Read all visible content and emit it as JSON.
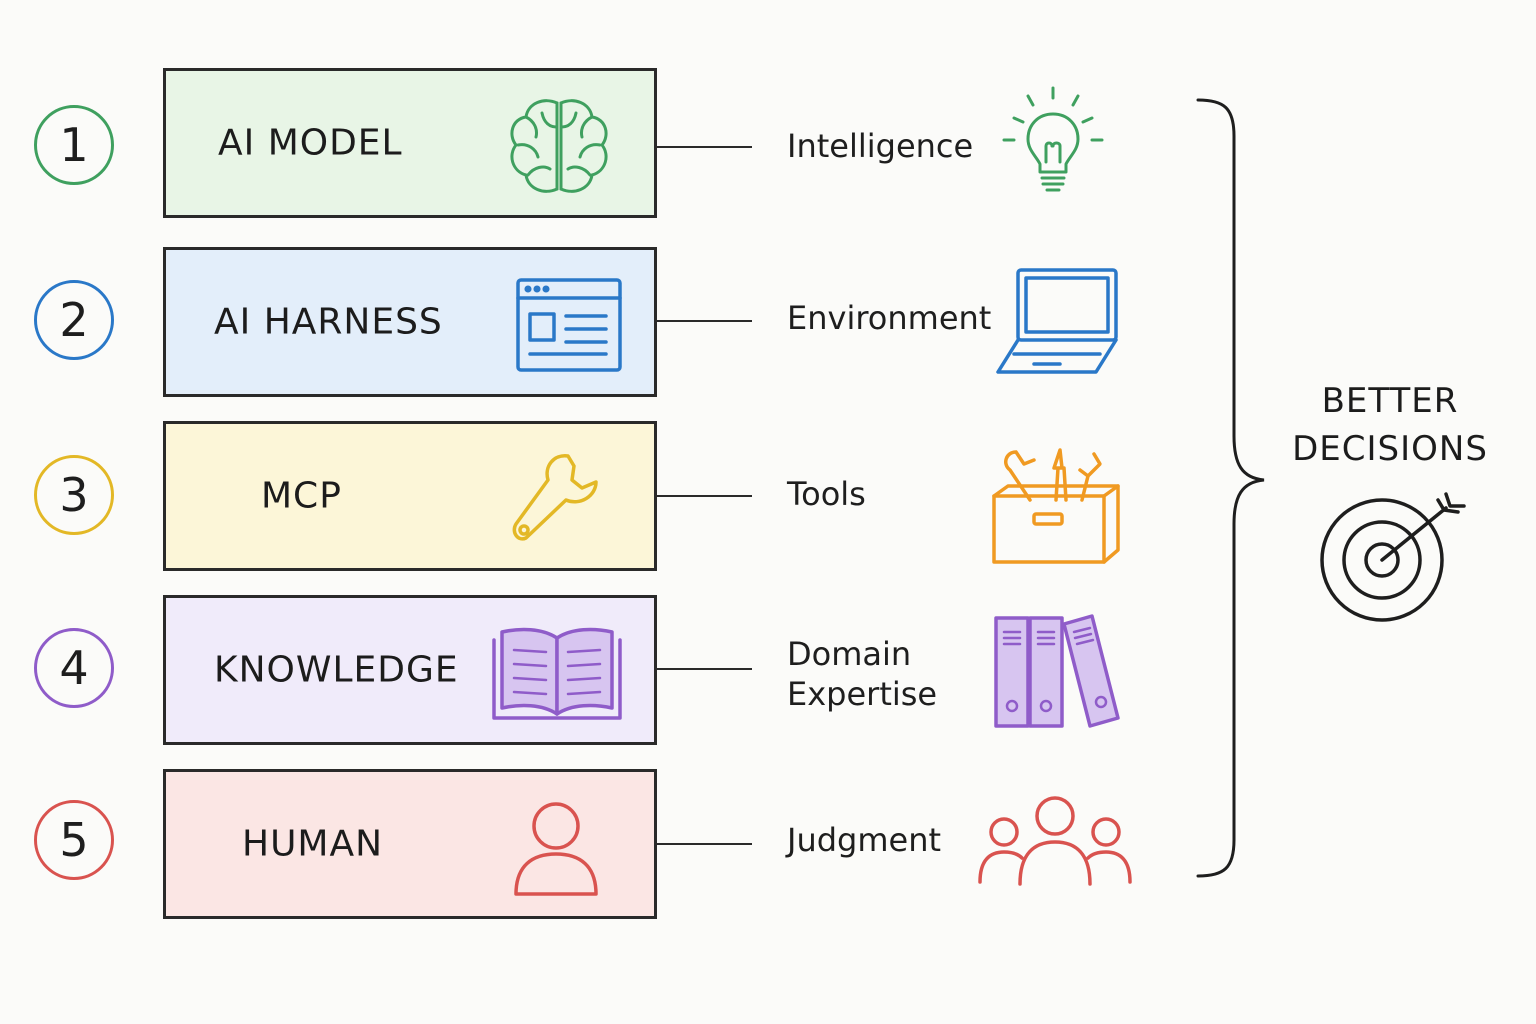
{
  "layers": [
    {
      "number": "1",
      "label": "AI MODEL",
      "icon": "brain-icon",
      "role": "Intelligence",
      "role_icon": "lightbulb-icon",
      "color": "#3fa05f",
      "fill": "#e8f5e6"
    },
    {
      "number": "2",
      "label": "AI HARNESS",
      "icon": "browser-window-icon",
      "role": "Environment",
      "role_icon": "laptop-icon",
      "color": "#2a78c8",
      "fill": "#e3eefa"
    },
    {
      "number": "3",
      "label": "MCP",
      "icon": "wrench-icon",
      "role": "Tools",
      "role_icon": "toolbox-icon",
      "color": "#e3b826",
      "fill": "#fcf6d8"
    },
    {
      "number": "4",
      "label": "KNOWLEDGE",
      "icon": "open-book-icon",
      "role_line1": "Domain",
      "role_line2": "Expertise",
      "role_icon": "binders-icon",
      "color": "#8f5cc9",
      "fill": "#f0ebfa"
    },
    {
      "number": "5",
      "label": "HUMAN",
      "icon": "person-icon",
      "role": "Judgment",
      "role_icon": "group-icon",
      "color": "#d9534f",
      "fill": "#fbe6e4"
    }
  ],
  "outcome": {
    "line1": "BETTER",
    "line2": "DECISIONS",
    "icon": "target-icon"
  }
}
